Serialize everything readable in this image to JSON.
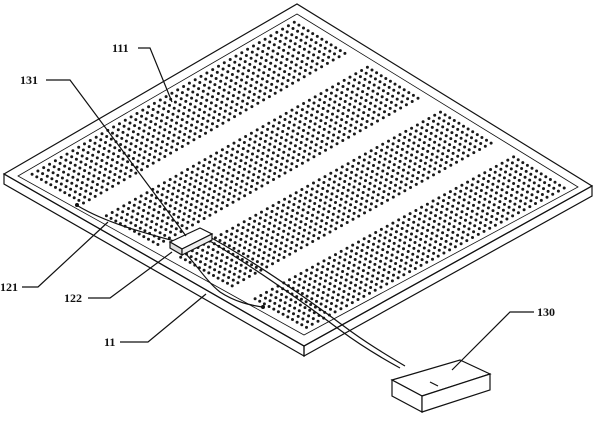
{
  "figure": {
    "colors": {
      "ink": "#111111",
      "paper": "#ffffff",
      "dot": "#1a1a1a"
    },
    "labels": {
      "panel": "11",
      "perforated_region": "111",
      "wire_end": "121",
      "connector": "122",
      "cable_junction": "131",
      "driver_box": "130"
    }
  }
}
